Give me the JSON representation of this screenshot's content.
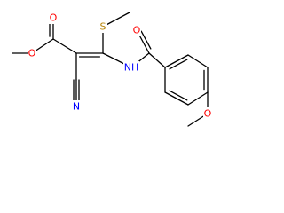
{
  "molecule": {
    "atoms": [
      {
        "id": "o_ester_carbonyl",
        "symbol": "O"
      },
      {
        "id": "o_ester",
        "symbol": "O"
      },
      {
        "id": "s_thio",
        "symbol": "S"
      },
      {
        "id": "n_nitrile",
        "symbol": "N"
      },
      {
        "id": "n_amide",
        "symbol": "NH"
      },
      {
        "id": "o_amide",
        "symbol": "O"
      },
      {
        "id": "o_ether",
        "symbol": "O"
      }
    ],
    "colors": {
      "O": "#ff0000",
      "S": "#b8860b",
      "N": "#0000ff",
      "bond": "#000000"
    }
  }
}
